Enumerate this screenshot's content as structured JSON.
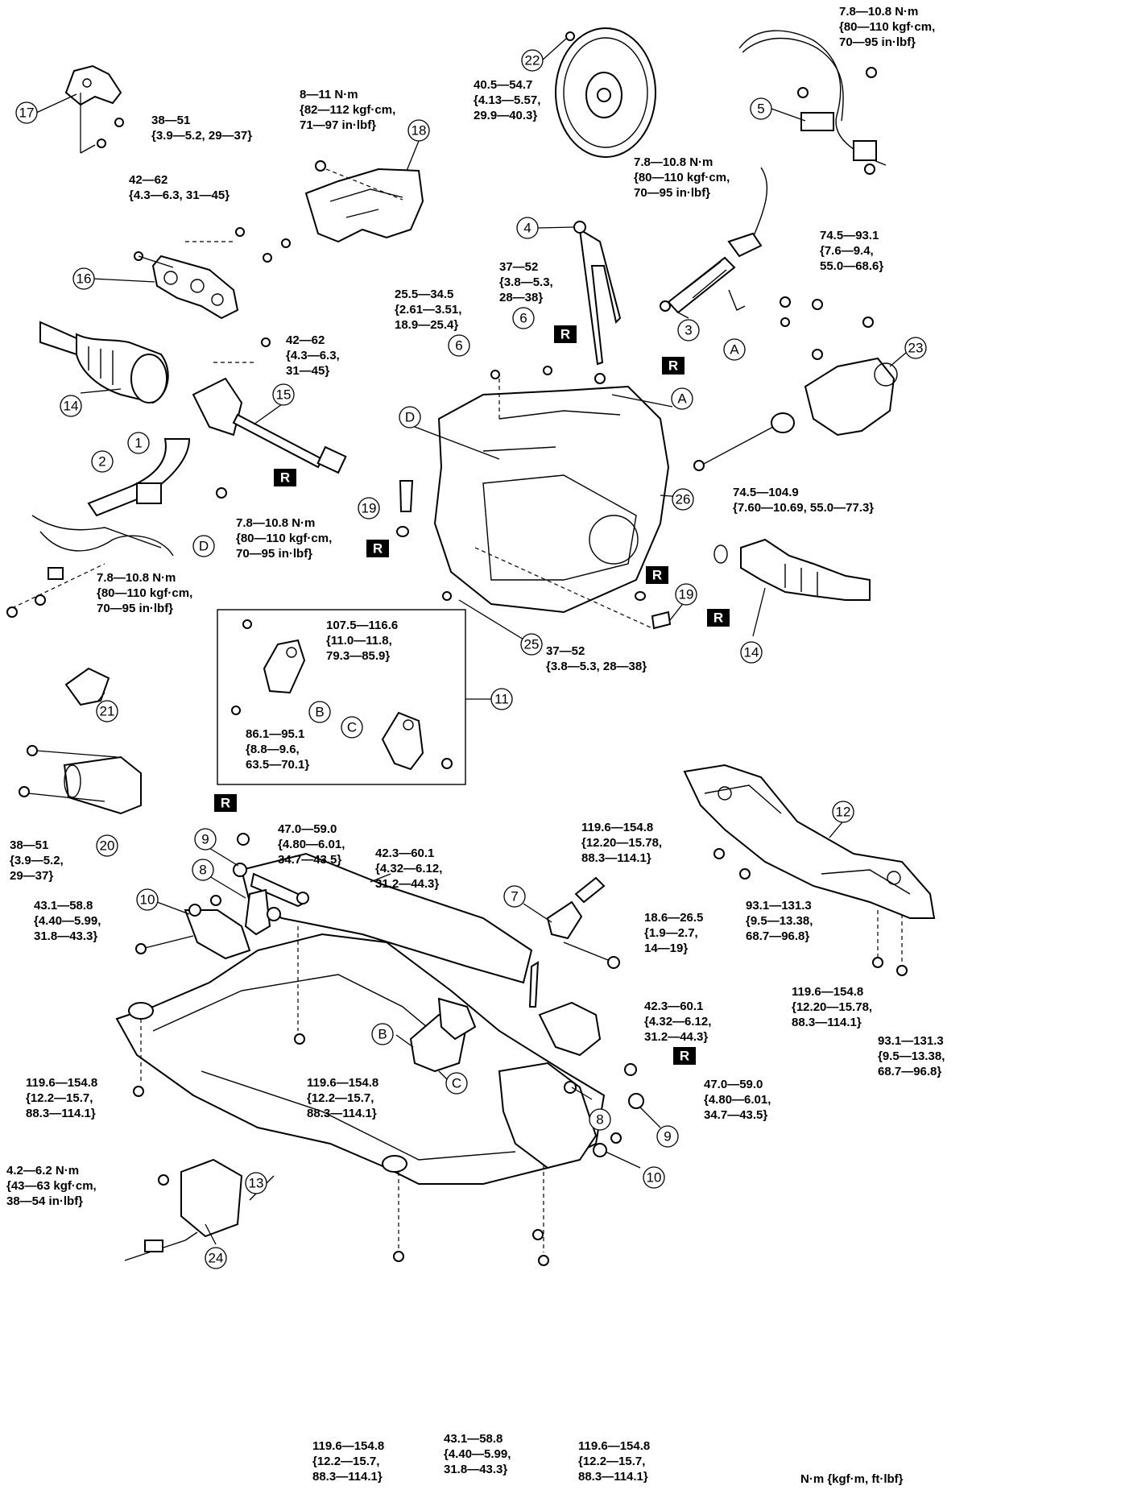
{
  "torque_specs": [
    {
      "id": "t-17-bolts",
      "text": "38—51\n{3.9—5.2, 29—37}"
    },
    {
      "id": "t-18",
      "text": "8—11 N·m\n{82—112 kgf·cm,\n71—97 in·lbf}"
    },
    {
      "id": "t-16",
      "text": "42—62\n{4.3—6.3, 31—45}"
    },
    {
      "id": "t-22",
      "text": "40.5—54.7\n{4.13—5.57,\n29.9—40.3}"
    },
    {
      "id": "t-5",
      "text": "7.8—10.8 N·m\n{80—110 kgf·cm,\n70—95 in·lbf}"
    },
    {
      "id": "t-4",
      "text": "7.8—10.8 N·m\n{80—110 kgf·cm,\n70—95 in·lbf}"
    },
    {
      "id": "t-23",
      "text": "74.5—93.1\n{7.6—9.4,\n55.0—68.6}"
    },
    {
      "id": "t-6a",
      "text": "37—52\n{3.8—5.3,\n28—38}"
    },
    {
      "id": "t-6b",
      "text": "25.5—34.5\n{2.61—3.51,\n18.9—25.4}"
    },
    {
      "id": "t-15",
      "text": "42—62\n{4.3—6.3,\n31—45}"
    },
    {
      "id": "t-2",
      "text": "7.8—10.8 N·m\n{80—110 kgf·cm,\n70—95 in·lbf}"
    },
    {
      "id": "t-26",
      "text": "74.5—104.9\n{7.60—10.69, 55.0—77.3}"
    },
    {
      "id": "t-harness",
      "text": "7.8—10.8 N·m\n{80—110 kgf·cm,\n70—95 in·lbf}"
    },
    {
      "id": "t-25",
      "text": "37—52\n{3.8—5.3, 28—38}"
    },
    {
      "id": "t-11a",
      "text": "107.5—116.6\n{11.0—11.8,\n79.3—85.9}"
    },
    {
      "id": "t-11b",
      "text": "86.1—95.1\n{8.8—9.6,\n63.5—70.1}"
    },
    {
      "id": "t-20",
      "text": "38—51\n{3.9—5.2,\n29—37}"
    },
    {
      "id": "t-9a",
      "text": "47.0—59.0\n{4.80—6.01,\n34.7—43.5}"
    },
    {
      "id": "t-8a",
      "text": "42.3—60.1\n{4.32—6.12,\n31.2—44.3}"
    },
    {
      "id": "t-10a",
      "text": "43.1—58.8\n{4.40—5.99,\n31.8—43.3}"
    },
    {
      "id": "t-12a",
      "text": "119.6—154.8\n{12.20—15.78,\n88.3—114.1}"
    },
    {
      "id": "t-12b",
      "text": "93.1—131.3\n{9.5—13.38,\n68.7—96.8}"
    },
    {
      "id": "t-12c",
      "text": "119.6—154.8\n{12.20—15.78,\n88.3—114.1}"
    },
    {
      "id": "t-12d",
      "text": "93.1—131.3\n{9.5—13.38,\n68.7—96.8}"
    },
    {
      "id": "t-7",
      "text": "18.6—26.5\n{1.9—2.7,\n14—19}"
    },
    {
      "id": "t-8b",
      "text": "42.3—60.1\n{4.32—6.12,\n31.2—44.3}"
    },
    {
      "id": "t-13a",
      "text": "119.6—154.8\n{12.2—15.7,\n88.3—114.1}"
    },
    {
      "id": "t-13b",
      "text": "119.6—154.8\n{12.2—15.7,\n88.3—114.1}"
    },
    {
      "id": "t-9b",
      "text": "47.0—59.0\n{4.80—6.01,\n34.7—43.5}"
    },
    {
      "id": "t-24",
      "text": "4.2—6.2 N·m\n{43—63 kgf·cm,\n38—54 in·lbf}"
    },
    {
      "id": "t-13c",
      "text": "119.6—154.8\n{12.2—15.7,\n88.3—114.1}"
    },
    {
      "id": "t-10b",
      "text": "43.1—58.8\n{4.40—5.99,\n31.8—43.3}"
    },
    {
      "id": "t-13d",
      "text": "119.6—154.8\n{12.2—15.7,\n88.3—114.1}"
    }
  ],
  "callouts": [
    {
      "id": "c17",
      "label": "17"
    },
    {
      "id": "c18",
      "label": "18"
    },
    {
      "id": "c16",
      "label": "16"
    },
    {
      "id": "c22",
      "label": "22"
    },
    {
      "id": "c5",
      "label": "5"
    },
    {
      "id": "c4",
      "label": "4"
    },
    {
      "id": "c3",
      "label": "3"
    },
    {
      "id": "cA1",
      "label": "A"
    },
    {
      "id": "c23",
      "label": "23"
    },
    {
      "id": "c6a",
      "label": "6"
    },
    {
      "id": "c6b",
      "label": "6"
    },
    {
      "id": "c14a",
      "label": "14"
    },
    {
      "id": "c15",
      "label": "15"
    },
    {
      "id": "cD1",
      "label": "D"
    },
    {
      "id": "cA2",
      "label": "A"
    },
    {
      "id": "c1",
      "label": "1"
    },
    {
      "id": "c2",
      "label": "2"
    },
    {
      "id": "cD2",
      "label": "D"
    },
    {
      "id": "c19a",
      "label": "19"
    },
    {
      "id": "c26",
      "label": "26"
    },
    {
      "id": "c19b",
      "label": "19"
    },
    {
      "id": "c25",
      "label": "25"
    },
    {
      "id": "c14b",
      "label": "14"
    },
    {
      "id": "c21",
      "label": "21"
    },
    {
      "id": "c11",
      "label": "11"
    },
    {
      "id": "cB1",
      "label": "B"
    },
    {
      "id": "cC1",
      "label": "C"
    },
    {
      "id": "c20",
      "label": "20"
    },
    {
      "id": "c12",
      "label": "12"
    },
    {
      "id": "c9a",
      "label": "9"
    },
    {
      "id": "c8a",
      "label": "8"
    },
    {
      "id": "c10a",
      "label": "10"
    },
    {
      "id": "c7",
      "label": "7"
    },
    {
      "id": "cB2",
      "label": "B"
    },
    {
      "id": "cC2",
      "label": "C"
    },
    {
      "id": "c8b",
      "label": "8"
    },
    {
      "id": "c9b",
      "label": "9"
    },
    {
      "id": "c13",
      "label": "13"
    },
    {
      "id": "c10b",
      "label": "10"
    },
    {
      "id": "c24",
      "label": "24"
    }
  ],
  "replace_marker": "R",
  "units_legend": "N·m {kgf·m, ft·lbf}"
}
